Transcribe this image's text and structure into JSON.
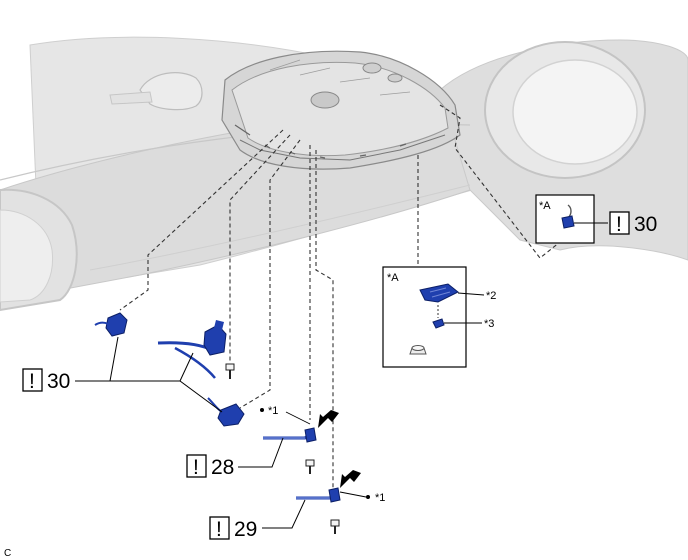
{
  "callouts": [
    {
      "icon": "!",
      "value": "30"
    },
    {
      "icon": "!",
      "value": "30"
    },
    {
      "icon": "!",
      "value": "28"
    },
    {
      "icon": "!",
      "value": "29"
    }
  ],
  "detail_labels": {
    "a": "*A",
    "one": "*1",
    "two": "*2",
    "three": "*3"
  },
  "figure_code": "C",
  "colors": {
    "part_blue": "#1f3fae",
    "line": "#000000",
    "background_gray": "#d8d8d8"
  }
}
